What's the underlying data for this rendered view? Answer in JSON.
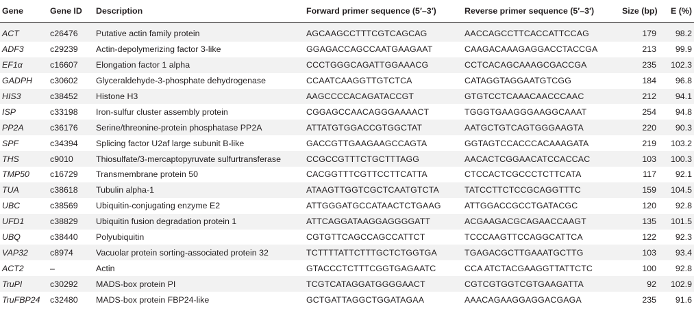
{
  "table": {
    "headers": {
      "gene": "Gene",
      "gene_id": "Gene ID",
      "description": "Description",
      "forward": "Forward primer sequence (5′–3′)",
      "reverse": "Reverse primer sequence (5′–3′)",
      "size": "Size (bp)",
      "efficiency": "E (%)"
    },
    "rows": [
      {
        "gene": "ACT",
        "gene_id": "c26476",
        "description": "Putative actin family protein",
        "forward": "AGCAAGCCTTTCGTCAGCAG",
        "reverse": "AACCAGCCTTCACCATTCCAG",
        "size": "179",
        "efficiency": "98.2"
      },
      {
        "gene": "ADF3",
        "gene_id": "c29239",
        "description": "Actin-depolymerizing factor 3-like",
        "forward": "GGAGACCAGCCAATGAAGAAT",
        "reverse": "CAAGACAAAGAGGACCTACCGA",
        "size": "213",
        "efficiency": "99.9"
      },
      {
        "gene": "EF1α",
        "gene_id": "c16607",
        "description": "Elongation factor 1 alpha",
        "forward": "CCCTGGGCAGATTGGAAACG",
        "reverse": "CCTCACAGCAAAGCGACCGA",
        "size": "235",
        "efficiency": "102.3"
      },
      {
        "gene": "GADPH",
        "gene_id": "c30602",
        "description": "Glyceraldehyde-3-phosphate dehydrogenase",
        "forward": "CCAATCAAGGTTGTCTCA",
        "reverse": "CATAGGTAGGAATGTCGG",
        "size": "184",
        "efficiency": "96.8"
      },
      {
        "gene": "HIS3",
        "gene_id": "c38452",
        "description": "Histone H3",
        "forward": "AAGCCCCACAGATACCGT",
        "reverse": "GTGTCCTCAAACAACCCAAC",
        "size": "212",
        "efficiency": "94.1"
      },
      {
        "gene": "ISP",
        "gene_id": "c33198",
        "description": "Iron-sulfur cluster assembly protein",
        "forward": "CGGAGCCAACAGGGAAAACT",
        "reverse": "TGGGTGAAGGGAAGGCAAAT",
        "size": "254",
        "efficiency": "94.8"
      },
      {
        "gene": "PP2A",
        "gene_id": "c36176",
        "description": "Serine/threonine-protein phosphatase PP2A",
        "forward": "ATTATGTGGACCGTGGCTAT",
        "reverse": "AATGCTGTCAGTGGGAAGTA",
        "size": "220",
        "efficiency": "90.3"
      },
      {
        "gene": "SPF",
        "gene_id": "c34394",
        "description": "Splicing factor U2af large subunit B-like",
        "forward": "GACCGTTGAAGAAGCCAGTA",
        "reverse": "GGTAGTCCACCCACAAAGATA",
        "size": "219",
        "efficiency": "103.2"
      },
      {
        "gene": "THS",
        "gene_id": "c9010",
        "description": "Thiosulfate/3-mercaptopyruvate sulfurtransferase",
        "forward": "CCGCCGTTTCTGCTTTAGG",
        "reverse": "AACACTCGGAACATCCACCAC",
        "size": "103",
        "efficiency": "100.3"
      },
      {
        "gene": "TMP50",
        "gene_id": "c16729",
        "description": "Transmembrane protein 50",
        "forward": "CACGGTTTCGTTCCTTCATTA",
        "reverse": "CTCCACTCGCCCTCTTCATA",
        "size": "117",
        "efficiency": "92.1"
      },
      {
        "gene": "TUA",
        "gene_id": "c38618",
        "description": "Tubulin alpha-1",
        "forward": "ATAAGTTGGTCGCTCAATGTCTA",
        "reverse": "TATCCTTCTCCGCAGGTTTC",
        "size": "159",
        "efficiency": "104.5"
      },
      {
        "gene": "UBC",
        "gene_id": "c38569",
        "description": "Ubiquitin-conjugating enzyme E2",
        "forward": "ATTGGGATGCCATAACTCTGAAG",
        "reverse": "ATTGGACCGCCTGATACGC",
        "size": "120",
        "efficiency": "92.8"
      },
      {
        "gene": "UFD1",
        "gene_id": "c38829",
        "description": "Ubiquitin fusion degradation protein 1",
        "forward": "ATTCAGGATAAGGAGGGGATT",
        "reverse": "ACGAAGACGCAGAACCAAGT",
        "size": "135",
        "efficiency": "101.5"
      },
      {
        "gene": "UBQ",
        "gene_id": "c38440",
        "description": "Polyubiquitin",
        "forward": "CGTGTTCAGCCAGCCATTCT",
        "reverse": "TCCCAAGTTCCAGGCATTCA",
        "size": "122",
        "efficiency": "92.3"
      },
      {
        "gene": "VAP32",
        "gene_id": "c8974",
        "description": "Vacuolar protein sorting-associated protein 32",
        "forward": "TCTTTTATTCTTTGCTCTGGTGA",
        "reverse": "TGAGACGCTTGAAATGCTTG",
        "size": "103",
        "efficiency": "93.4"
      },
      {
        "gene": "ACT2",
        "gene_id": "–",
        "description": "Actin",
        "forward": "GTACCCTCTTTCGGTGAGAATC",
        "reverse": "CCA ATCTACGAAGGTTATTCTC",
        "size": "100",
        "efficiency": "92.8"
      },
      {
        "gene": "TruPI",
        "gene_id": "c30292",
        "description": "MADS-box protein PI",
        "forward": "TCGTCATAGGATGGGGAACT",
        "reverse": "CGTCGTGGTCGTGAAGATTA",
        "size": "92",
        "efficiency": "102.9"
      },
      {
        "gene": "TruFBP24",
        "gene_id": "c32480",
        "description": "MADS-box protein FBP24-like",
        "forward": "GCTGATTAGGCTGGATAGAA",
        "reverse": "AAACAGAAGGAGGACGAGA",
        "size": "235",
        "efficiency": "91.6"
      }
    ]
  }
}
